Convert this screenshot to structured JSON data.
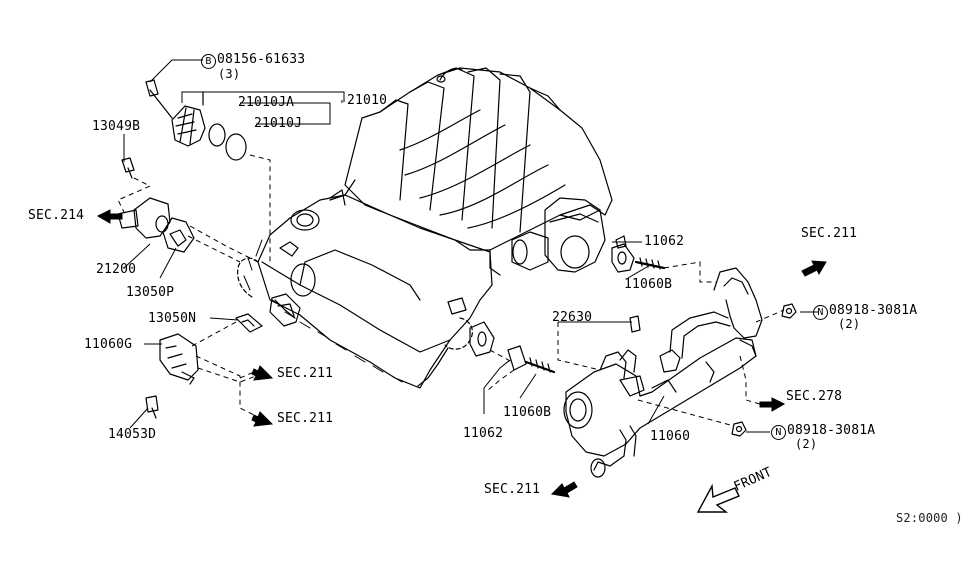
{
  "diagram": {
    "title": "Water outlet / heater piping parts diagram",
    "bolt_marker": {
      "letter": "B",
      "part_no": "08156-61633",
      "qty": "(3)"
    },
    "nut_marker_top": {
      "letter": "N",
      "part_no": "08918-3081A",
      "qty": "(2)"
    },
    "nut_marker_bottom": {
      "letter": "N",
      "part_no": "08918-3081A",
      "qty": "(2)"
    },
    "parts": {
      "p21010": "21010",
      "p21010ja": "21010JA",
      "p21010j": "21010J",
      "p13049b": "13049B",
      "p21200": "21200",
      "p13050p": "13050P",
      "p13050n": "13050N",
      "p11060g": "11060G",
      "p14053d": "14053D",
      "p11062_top": "11062",
      "p11060b_top": "11060B",
      "p22630": "22630",
      "p11060b_bottom": "11060B",
      "p11062_bottom": "11062",
      "p11060": "11060"
    },
    "sections": {
      "sec214": "SEC.214",
      "sec211_right": "SEC.211",
      "sec211_mid_a": "SEC.211",
      "sec211_mid_b": "SEC.211",
      "sec278": "SEC.278",
      "sec211_bottom": "SEC.211"
    },
    "front_label": "FRONT",
    "drawing_ref": "S2:0000 )"
  }
}
